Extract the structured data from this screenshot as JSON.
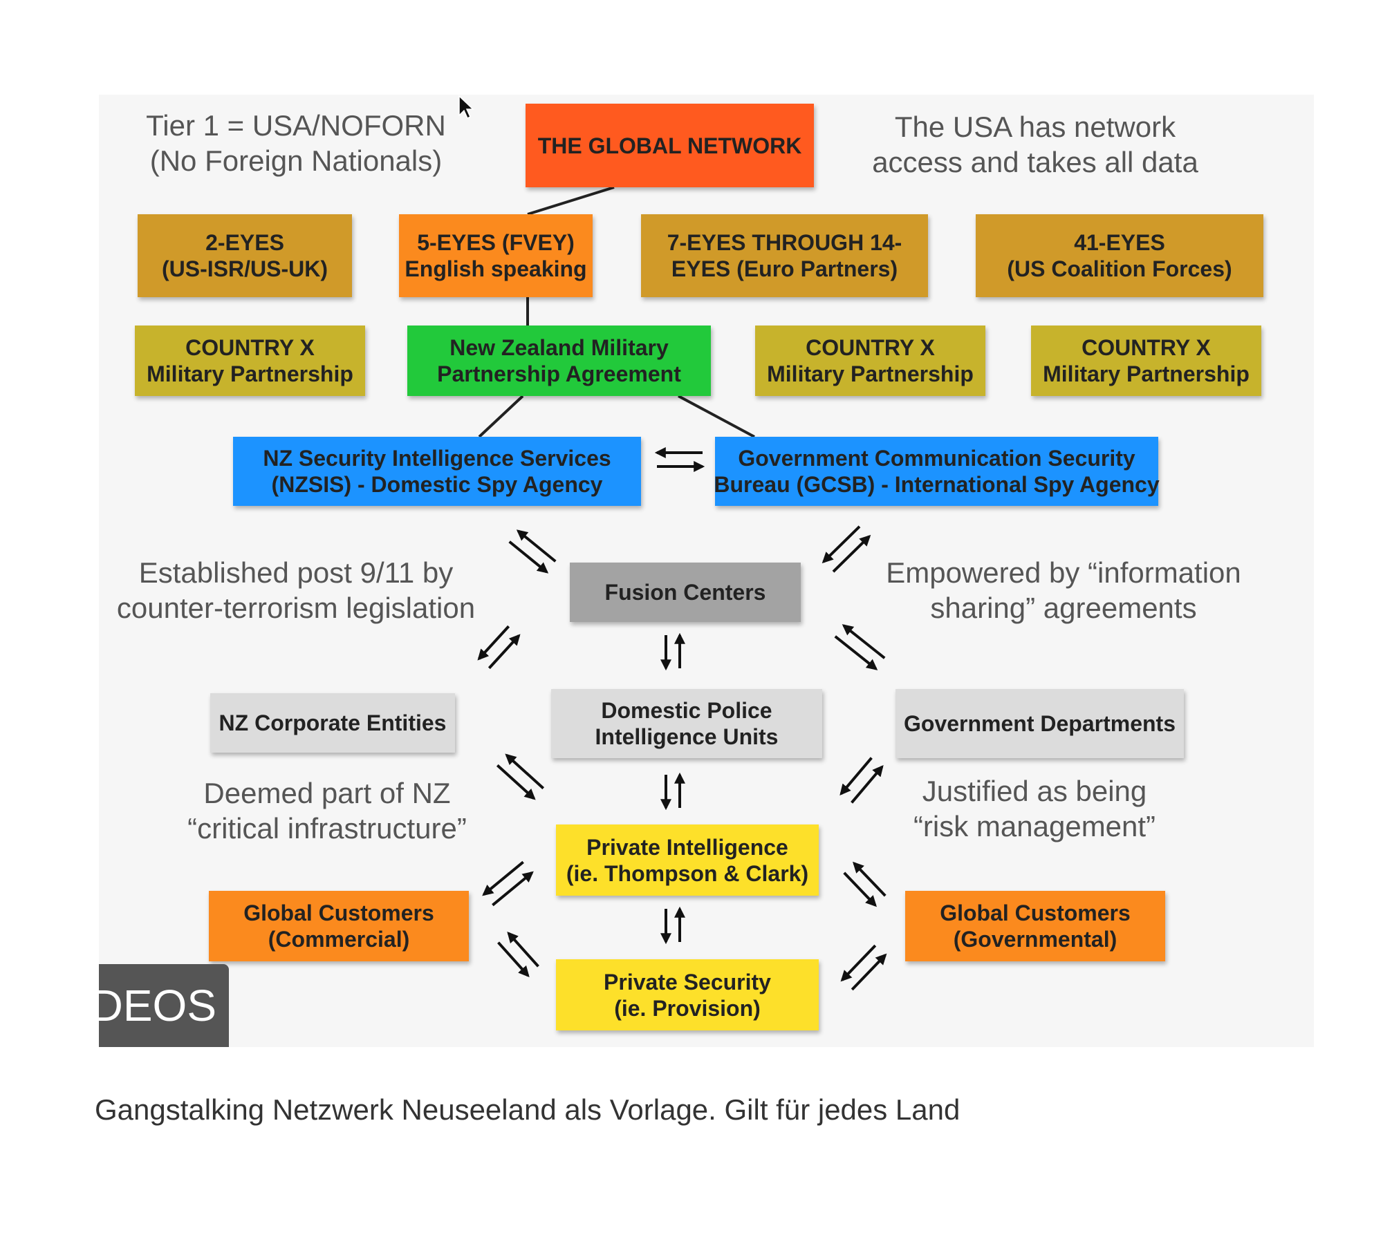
{
  "colors": {
    "red": "#ff5a1f",
    "orange": "#fb8a1e",
    "gold": "#d09a29",
    "olive": "#c7b32c",
    "green": "#22c93b",
    "blue": "#1c93ff",
    "gray_dark": "#a3a3a3",
    "gray_light": "#dcdcdc",
    "yellow": "#fde02a",
    "arrow": "#111111",
    "connector": "#222222"
  },
  "diagram": {
    "notes": {
      "tier": [
        "Tier 1 = USA/NOFORN",
        "(No Foreign Nationals)"
      ],
      "usa_access": [
        "The USA has network",
        "access and takes all data"
      ],
      "established": [
        "Established post 9/11 by",
        "counter-terrorism legislation"
      ],
      "empowered": [
        "Empowered by “information",
        "sharing” agreements"
      ],
      "deemed": [
        "Deemed part of NZ",
        "“critical infrastructure”"
      ],
      "justified": [
        "Justified as being",
        "“risk management”"
      ]
    },
    "boxes": {
      "global_network": [
        "THE GLOBAL NETWORK"
      ],
      "two_eyes": [
        "2-EYES",
        "(US-ISR/US-UK)"
      ],
      "five_eyes": [
        "5-EYES (FVEY)",
        "English speaking"
      ],
      "seven_eyes": [
        "7-EYES THROUGH 14-",
        "EYES (Euro Partners)"
      ],
      "forty_one_eyes": [
        "41-EYES",
        "(US Coalition Forces)"
      ],
      "country_x_1": [
        "COUNTRY X",
        "Military Partnership"
      ],
      "nz_military": [
        "New Zealand Military",
        "Partnership Agreement"
      ],
      "country_x_2": [
        "COUNTRY X",
        "Military Partnership"
      ],
      "country_x_3": [
        "COUNTRY X",
        "Military Partnership"
      ],
      "nzsis": [
        "NZ Security Intelligence Services",
        "(NZSIS) - Domestic Spy Agency"
      ],
      "gcsb": [
        "Government Communication Security",
        "Bureau (GCSB) - International Spy Agency"
      ],
      "fusion": [
        "Fusion Centers"
      ],
      "corporate": [
        "NZ Corporate Entities"
      ],
      "police": [
        "Domestic Police",
        "Intelligence Units"
      ],
      "gov_departments": [
        "Government Departments"
      ],
      "private_intel": [
        "Private Intelligence",
        "(ie. Thompson & Clark)"
      ],
      "global_commercial": [
        "Global Customers",
        "(Commercial)"
      ],
      "global_governmental": [
        "Global Customers",
        "(Governmental)"
      ],
      "private_security": [
        "Private Security",
        "(ie. Provision)"
      ]
    }
  },
  "overlay": {
    "badge": "DEOS"
  },
  "caption": "Gangstalking Netzwerk Neuseeland als Vorlage. Gilt für jedes Land"
}
